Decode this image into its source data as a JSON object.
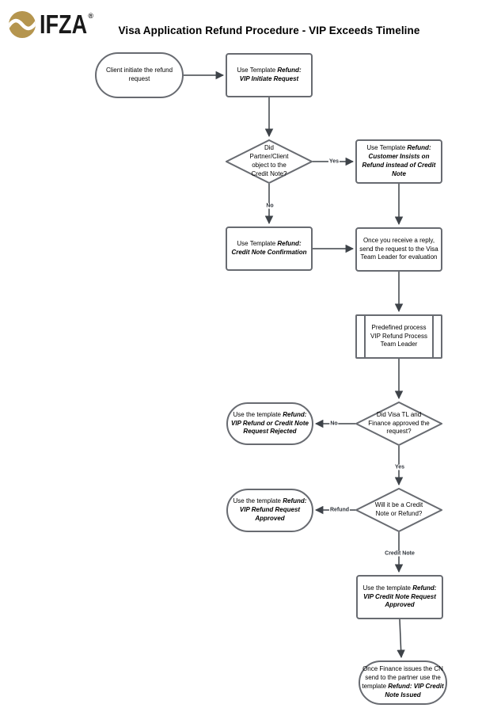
{
  "header": {
    "logo": {
      "brand": "IFZA",
      "registered": "®"
    },
    "title": "Visa Application Refund Procedure - VIP Exceeds Timeline"
  },
  "colors": {
    "logo_gold": "#B5954E",
    "shape_border": "#686B71",
    "arrow": "#3E4349",
    "text": "#000000"
  },
  "flowchart": {
    "nodes": {
      "start": {
        "shape": "terminator",
        "text": "Client initiate the refund request",
        "em": ""
      },
      "initiate": {
        "shape": "process",
        "text": "Use Template ",
        "em": "Refund: VIP Initiate Request"
      },
      "object_cn": {
        "shape": "decision",
        "text": "Did Partner/Client object to the Credit Note?",
        "em": ""
      },
      "insists": {
        "shape": "process",
        "text": "Use Template ",
        "em": "Refund: Customer Insists on Refund instead of Credit Note"
      },
      "cn_confirm": {
        "shape": "process",
        "text": "Use Template ",
        "em": "Refund: Credit Note Confirmation"
      },
      "send_tl": {
        "shape": "process",
        "text": "Once you receive a reply, send the request to the Visa Team Leader for evaluation",
        "em": ""
      },
      "predefined": {
        "shape": "predefined-process",
        "text": "Predefined process VIP Refund Process Team Leader",
        "em": ""
      },
      "tl_approved": {
        "shape": "decision",
        "text": "Did Visa TL and Finance approved the request?",
        "em": ""
      },
      "rejected": {
        "shape": "terminator",
        "text": "Use the template ",
        "em": "Refund: VIP Refund or Credit Note Request Rejected"
      },
      "cn_or_refund": {
        "shape": "decision",
        "text": "Will it be a Credit Note or Refund?",
        "em": ""
      },
      "refund_ok": {
        "shape": "terminator",
        "text": "Use the template ",
        "em": "Refund: VIP Refund Request Approved"
      },
      "cn_ok": {
        "shape": "process",
        "text": "Use the template ",
        "em": "Refund: VIP Credit Note Request Approved"
      },
      "cn_issued": {
        "shape": "terminator",
        "text": "Once Finance issues the CN send to the partner use the template ",
        "em": "Refund: VIP Credit Note Issued"
      }
    },
    "edge_labels": {
      "yes1": "Yes",
      "no1": "No",
      "no2": "No",
      "yes2": "Yes",
      "refund": "Refund",
      "credit_note": "Credit Note"
    }
  }
}
